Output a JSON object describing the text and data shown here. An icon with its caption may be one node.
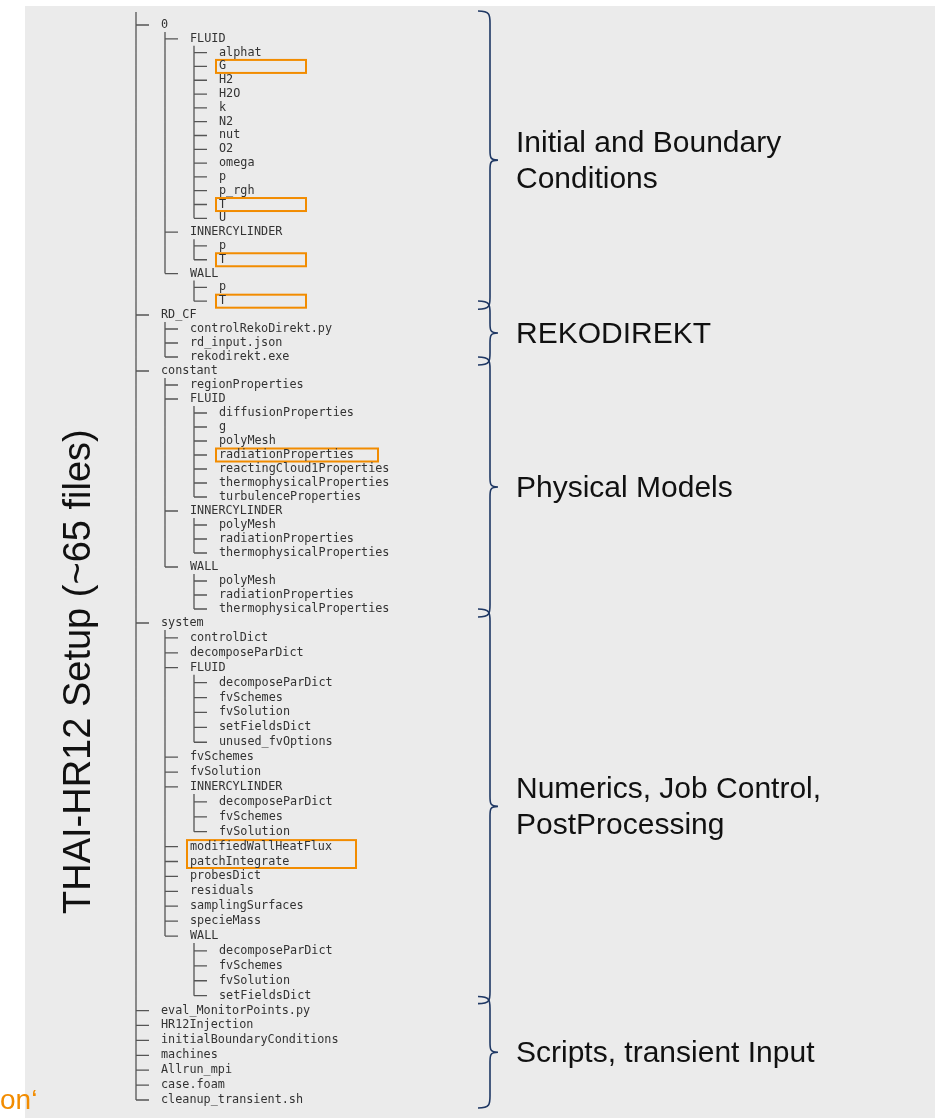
{
  "diagram": {
    "title": "THAI-HR12 Setup (~65 files)",
    "labels": [
      "0",
      "FLUID",
      "alphat",
      "G",
      "H2",
      "H2O",
      "k",
      "N2",
      "nut",
      "O2",
      "omega",
      "p",
      "p_rgh",
      "T",
      "U",
      "INNERCYLINDER",
      "p",
      "T",
      "WALL",
      "p",
      "T",
      "RD_CF",
      "controlRekoDirekt.py",
      "rd_input.json",
      "rekodirekt.exe",
      "constant",
      "regionProperties",
      "FLUID",
      "diffusionProperties",
      "g",
      "polyMesh",
      "radiationProperties",
      "reactingCloud1Properties",
      "thermophysicalProperties",
      "turbulenceProperties",
      "INNERCYLINDER",
      "polyMesh",
      "radiationProperties",
      "thermophysicalProperties",
      "WALL",
      "polyMesh",
      "radiationProperties",
      "thermophysicalProperties",
      "system",
      "controlDict",
      "decomposeParDict",
      "FLUID",
      "decomposeParDict",
      "fvSchemes",
      "fvSolution",
      "setFieldsDict",
      "unused_fvOptions",
      "fvSchemes",
      "fvSolution",
      "INNERCYLINDER",
      "decomposeParDict",
      "fvSchemes",
      "fvSolution",
      "modifiedWallHeatFlux",
      "patchIntegrate",
      "probesDict",
      "residuals",
      "samplingSurfaces",
      "specieMass",
      "WALL",
      "decomposeParDict",
      "fvSchemes",
      "fvSolution",
      "setFieldsDict",
      "eval_MonitorPoints.py",
      "HR12Injection",
      "initialBoundaryConditions",
      "machines",
      "Allrun_mpi",
      "case.foam",
      "cleanup_transient.sh",
      "Initial and Boundary Conditions",
      "REKODIREKT",
      "Physical Models",
      "Numerics, Job Control, PostProcessing",
      "Scripts, transient Input",
      "on‘"
    ]
  }
}
